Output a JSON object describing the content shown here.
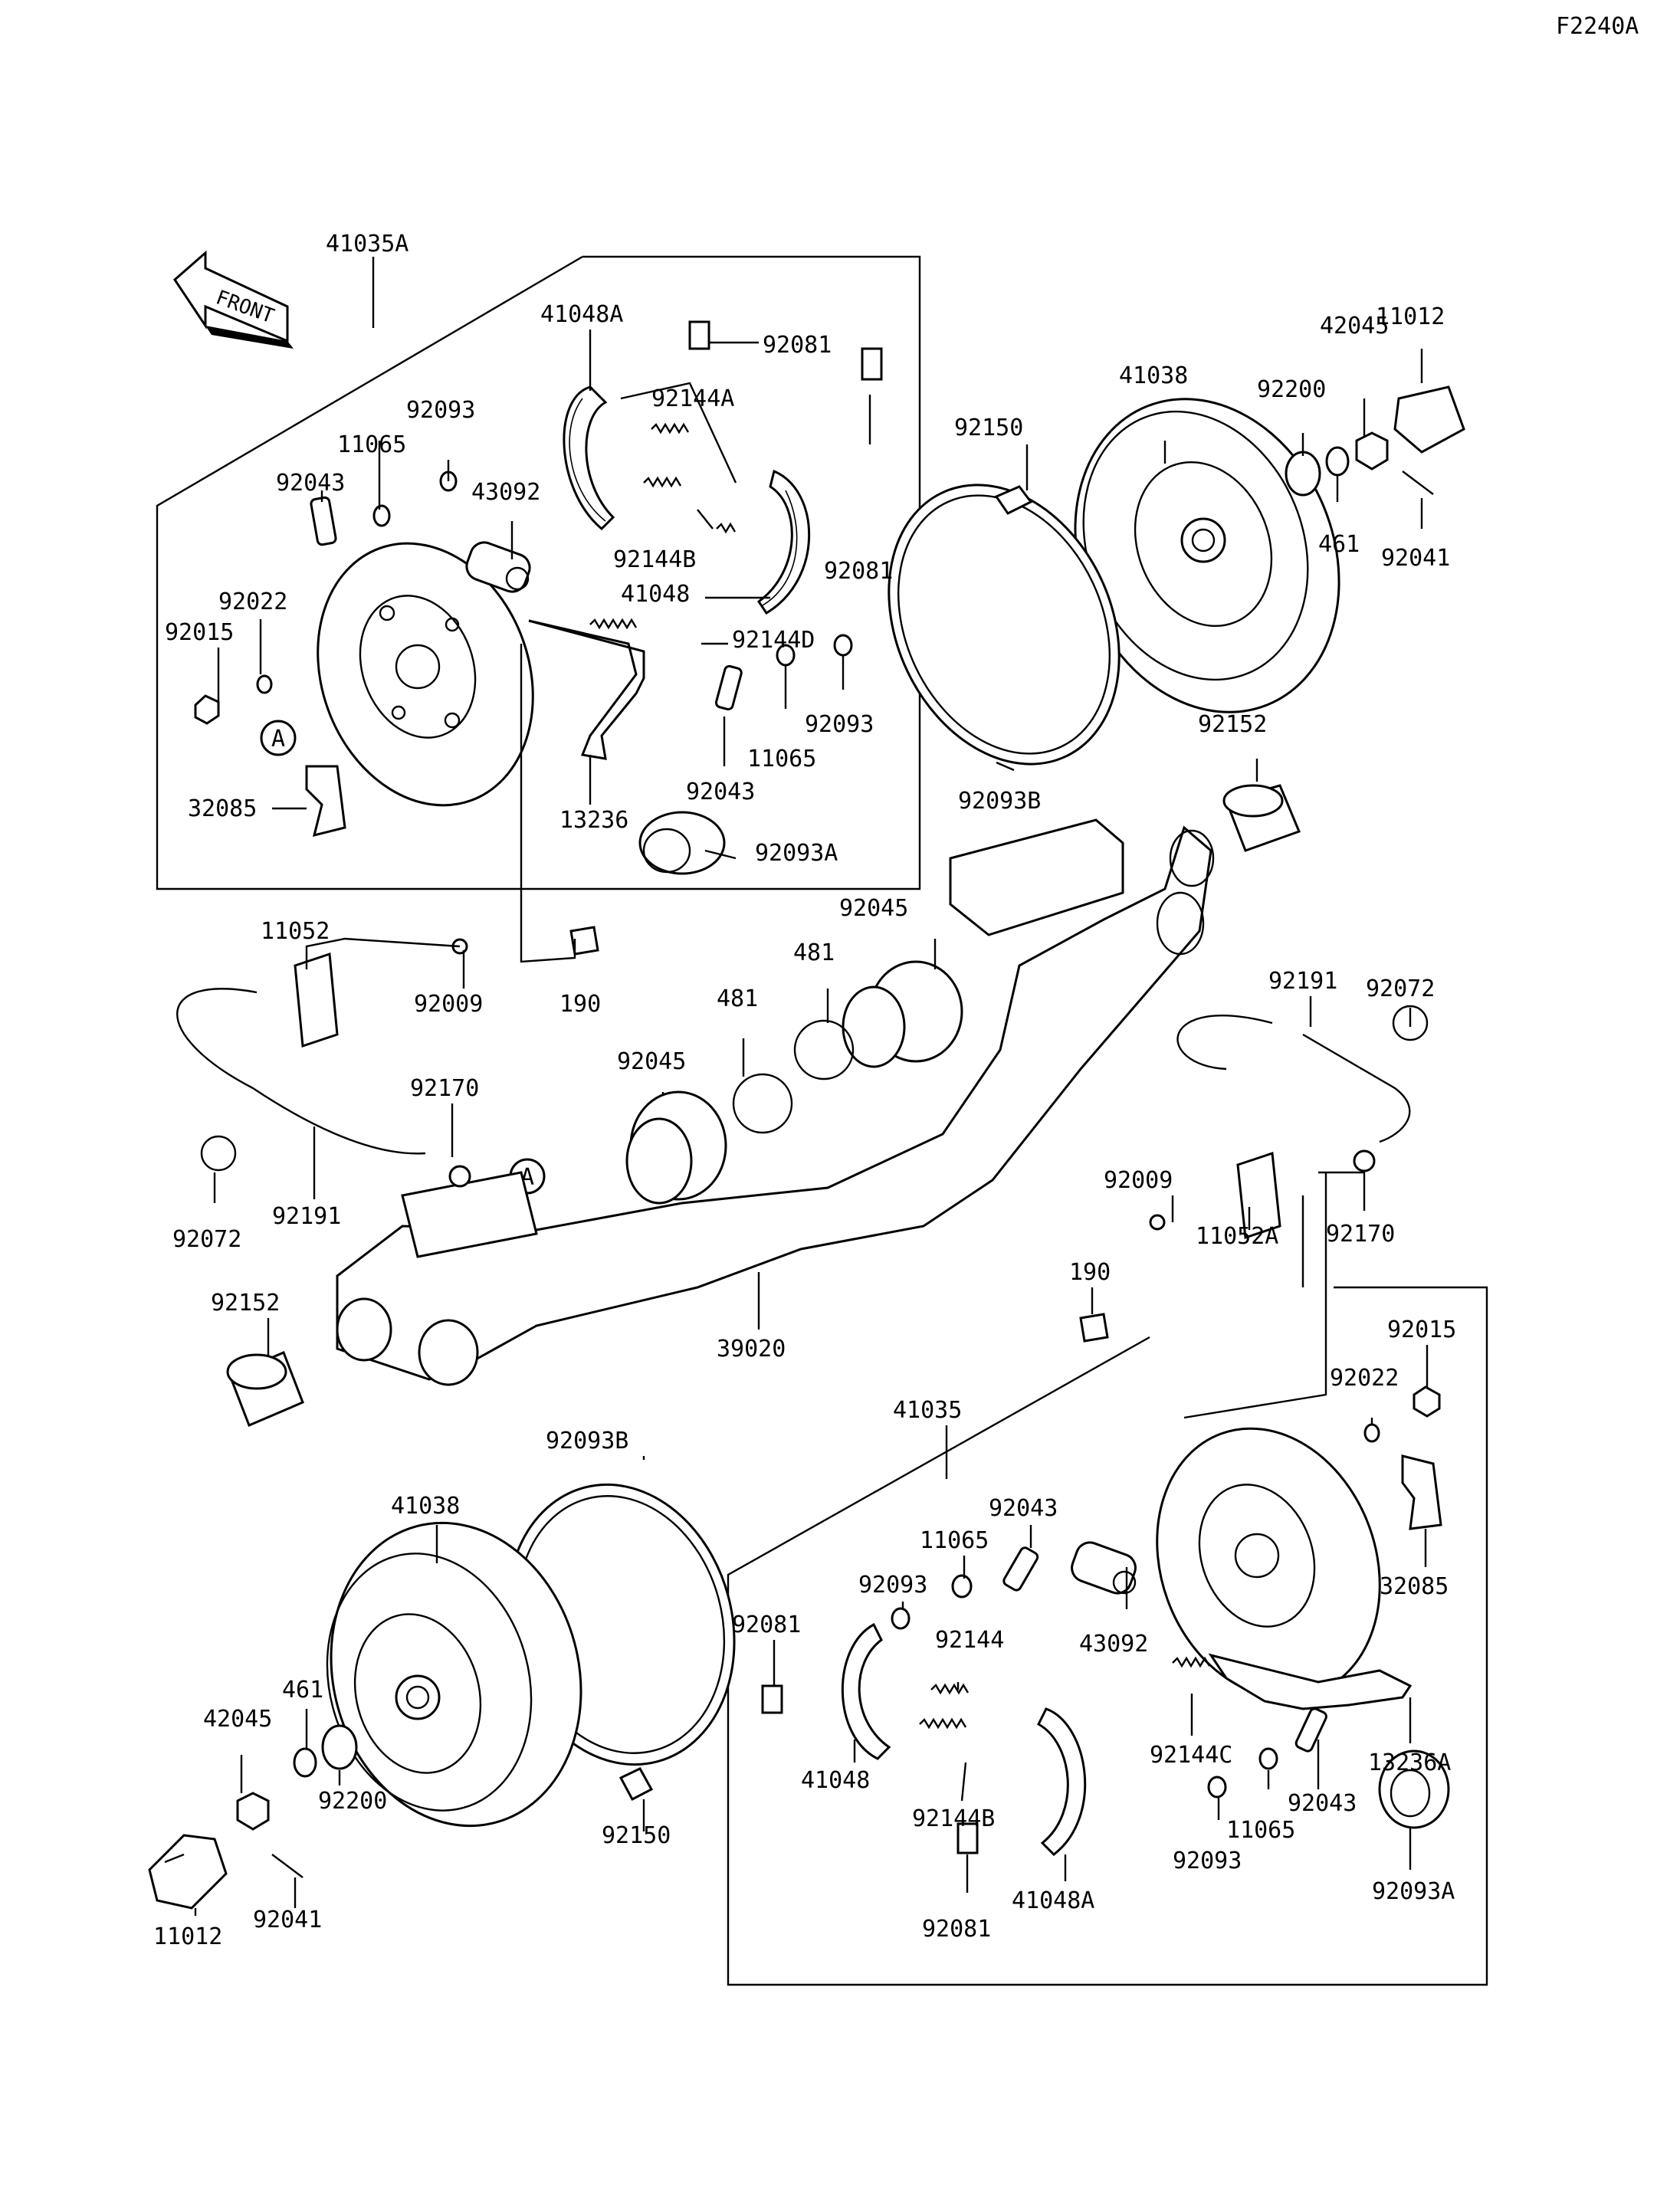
{
  "diagram_code": "F2240A",
  "front_label": "FRONT",
  "callout_A": "A",
  "labels": {
    "l_41035A": "41035A",
    "l_41048A_top": "41048A",
    "l_92081_top1": "92081",
    "l_92144A": "92144A",
    "l_92093_topleft": "92093",
    "l_11065_topleft": "11065",
    "l_92043_topleft": "92043",
    "l_43092_top": "43092",
    "l_92144B_top": "92144B",
    "l_92081_top2": "92081",
    "l_41048_top": "41048",
    "l_92022_top": "92022",
    "l_92015_top": "92015",
    "l_92144D": "92144D",
    "l_92093_topmid": "92093",
    "l_11065_topmid": "11065",
    "l_92043_topmid": "92043",
    "l_13236": "13236",
    "l_32085_top": "32085",
    "l_92093A_top": "92093A",
    "l_92150_top": "92150",
    "l_41038_top": "41038",
    "l_92200_top": "92200",
    "l_42045_top": "42045",
    "l_11012_top": "11012",
    "l_461_top": "461",
    "l_92041_top": "92041",
    "l_92093B_top": "92093B",
    "l_92152_right": "92152",
    "l_92045_upper": "92045",
    "l_481_upper": "481",
    "l_481_lower": "481",
    "l_92045_lower": "92045",
    "l_11052": "11052",
    "l_92009_left": "92009",
    "l_190_top": "190",
    "l_92170_left": "92170",
    "l_92191_left": "92191",
    "l_92072_left": "92072",
    "l_92152_left": "92152",
    "l_39020": "39020",
    "l_92072_right": "92072",
    "l_92191_right": "92191",
    "l_92009_right": "92009",
    "l_11052A": "11052A",
    "l_92170_right": "92170",
    "l_190_mid": "190",
    "l_92015_bottom": "92015",
    "l_92022_bottom": "92022",
    "l_41035": "41035",
    "l_92093B_bottom": "92093B",
    "l_41038_bottom": "41038",
    "l_92043_bottom1": "92043",
    "l_11065_bottom1": "11065",
    "l_92093_bottom1": "92093",
    "l_32085_bottom": "32085",
    "l_92081_bottom1": "92081",
    "l_92144": "92144",
    "l_43092_bottom": "43092",
    "l_92144C": "92144C",
    "l_13236A": "13236A",
    "l_41048_bottom": "41048",
    "l_92144B_bottom": "92144B",
    "l_92043_bottom2": "92043",
    "l_11065_bottom2": "11065",
    "l_92093_bottom2": "92093",
    "l_461_bottom": "461",
    "l_42045_bottom": "42045",
    "l_92200_bottom": "92200",
    "l_92150_bottom": "92150",
    "l_92093A_bottom": "92093A",
    "l_41048A_bottom": "41048A",
    "l_92081_bottom2": "92081",
    "l_11012_bottom": "11012",
    "l_92041_bottom": "92041"
  }
}
